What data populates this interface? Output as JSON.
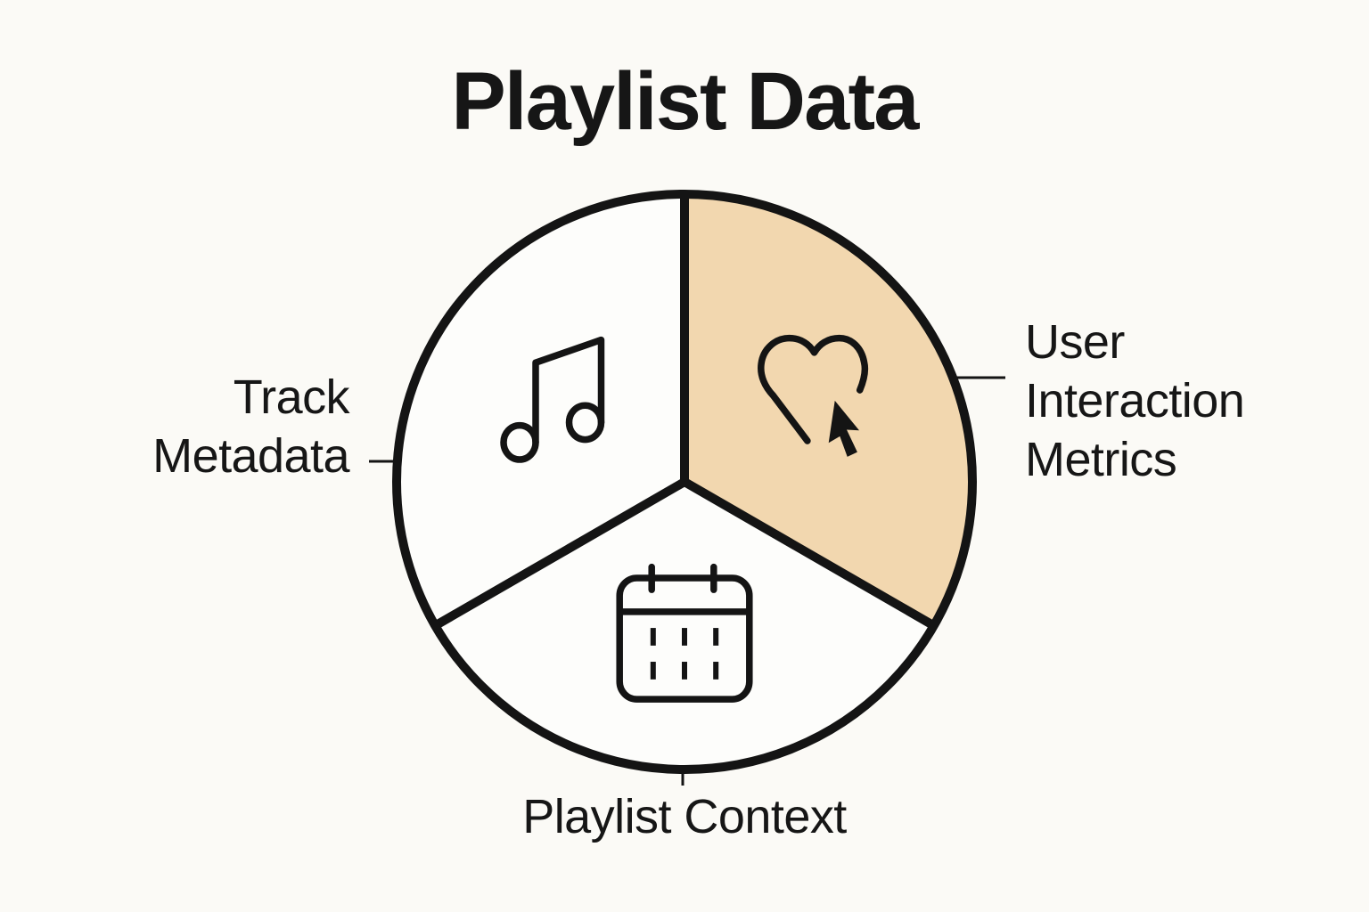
{
  "title": "Playlist Data",
  "colors": {
    "background": "#fbfaf6",
    "segment_fill": "#fdfdfb",
    "accent_fill": "#f2d7af",
    "ink": "#141414",
    "text": "#161616"
  },
  "diagram": {
    "type": "circle-three-equal-segments",
    "segments": [
      {
        "id": "track-metadata",
        "label": "Track Metadata",
        "lines": [
          "Track",
          "Metadata"
        ],
        "icon": "music-note-icon",
        "filled": false,
        "position": "upper-left"
      },
      {
        "id": "user-interaction-metrics",
        "label": "User Interaction Metrics",
        "lines": [
          "User",
          "Interaction",
          "Metrics"
        ],
        "icon": "heart-cursor-icon",
        "filled": true,
        "position": "upper-right"
      },
      {
        "id": "playlist-context",
        "label": "Playlist Context",
        "lines": [
          "Playlist Context"
        ],
        "icon": "calendar-icon",
        "filled": false,
        "position": "bottom"
      }
    ]
  }
}
